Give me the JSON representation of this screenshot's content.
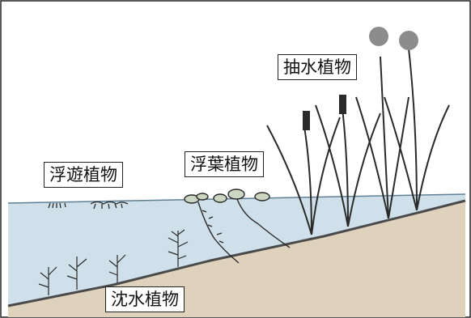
{
  "labels": {
    "free_floating": "浮遊植物",
    "floating_leaved": "浮葉植物",
    "emergent": "抽水植物",
    "submerged": "沈水植物"
  },
  "colors": {
    "water": "#cfe0ea",
    "water_surface": "#5f7f95",
    "ground": "#ded2bd",
    "bank_line": "#4a4a4a",
    "plant_dark": "#2a2a2a",
    "border": "#222222"
  }
}
